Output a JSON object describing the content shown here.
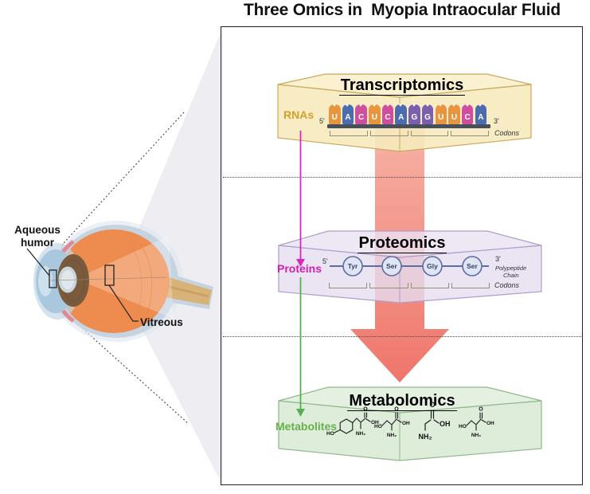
{
  "title": "Three Omics in  Myopia Intraocular Fluid",
  "eye": {
    "aqueous_line1": "Aqueous",
    "aqueous_line2": "humor",
    "vitreous": "Vitreous"
  },
  "transcriptomics": {
    "title": "Transcriptomics",
    "side_label": "RNAs",
    "five_prime": "5'",
    "three_prime": "3'",
    "codons_label": "Codons",
    "sequence": [
      {
        "base": "U",
        "color": "#e8953f"
      },
      {
        "base": "A",
        "color": "#4c6cb0"
      },
      {
        "base": "C",
        "color": "#cf4f9d"
      },
      {
        "base": "U",
        "color": "#e8953f"
      },
      {
        "base": "C",
        "color": "#cf4f9d"
      },
      {
        "base": "A",
        "color": "#4c6cb0"
      },
      {
        "base": "G",
        "color": "#7a5fae"
      },
      {
        "base": "G",
        "color": "#7a5fae"
      },
      {
        "base": "U",
        "color": "#e8953f"
      },
      {
        "base": "U",
        "color": "#e8953f"
      },
      {
        "base": "C",
        "color": "#cf4f9d"
      },
      {
        "base": "A",
        "color": "#4c6cb0"
      }
    ]
  },
  "proteomics": {
    "title": "Proteomics",
    "side_label": "Proteins",
    "five_prime": "5'",
    "three_prime": "3'",
    "chain_label_line1": "Polypeptide",
    "chain_label_line2": "Chain",
    "codons_label": "Codons",
    "residues": [
      "Tyr",
      "Ser",
      "Gly",
      "Ser"
    ]
  },
  "metabolomics": {
    "title": "Metabolomics",
    "side_label": "Metabolites",
    "atoms": {
      "ho": "HO",
      "o": "O",
      "oh": "OH",
      "nh2": "NH₂"
    }
  },
  "colors": {
    "rna_box": "#f9efcd",
    "protein_box": "#e8e1f1",
    "metabolite_box": "#ddecd9",
    "flow_arrow_red": "#ef756b",
    "rna_to_protein_arrow": "#d928c0",
    "protein_to_metabolite_arrow": "#56b04f",
    "rnas_label": "#d3a02c",
    "proteins_label": "#cf1fb4",
    "metabolites_label": "#67b04e",
    "base_U": "#e8953f",
    "base_A": "#4c6cb0",
    "base_C": "#cf4f9d",
    "base_G": "#7a5fae"
  }
}
